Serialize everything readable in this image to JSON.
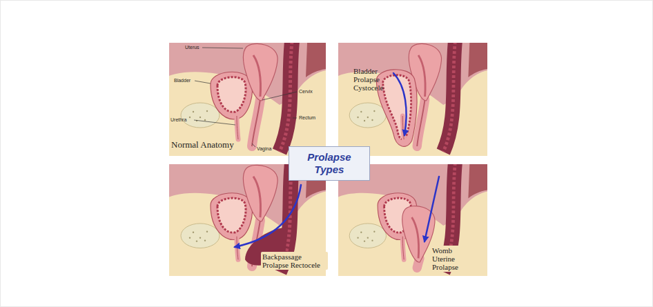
{
  "diagram": {
    "nodes": [
      {
        "text": [
          "Prolapse Types"
        ]
      }
    ],
    "labels": [
      "Uterus",
      "Bladder",
      "Cervix",
      "Urethra",
      "Rectum",
      "Vagina",
      "Normal Anatomy",
      "Bladder Prolapse Cystocele",
      "Backpassage Prolapse Rectocele",
      "Womb Uterine Prolapse"
    ]
  }
}
